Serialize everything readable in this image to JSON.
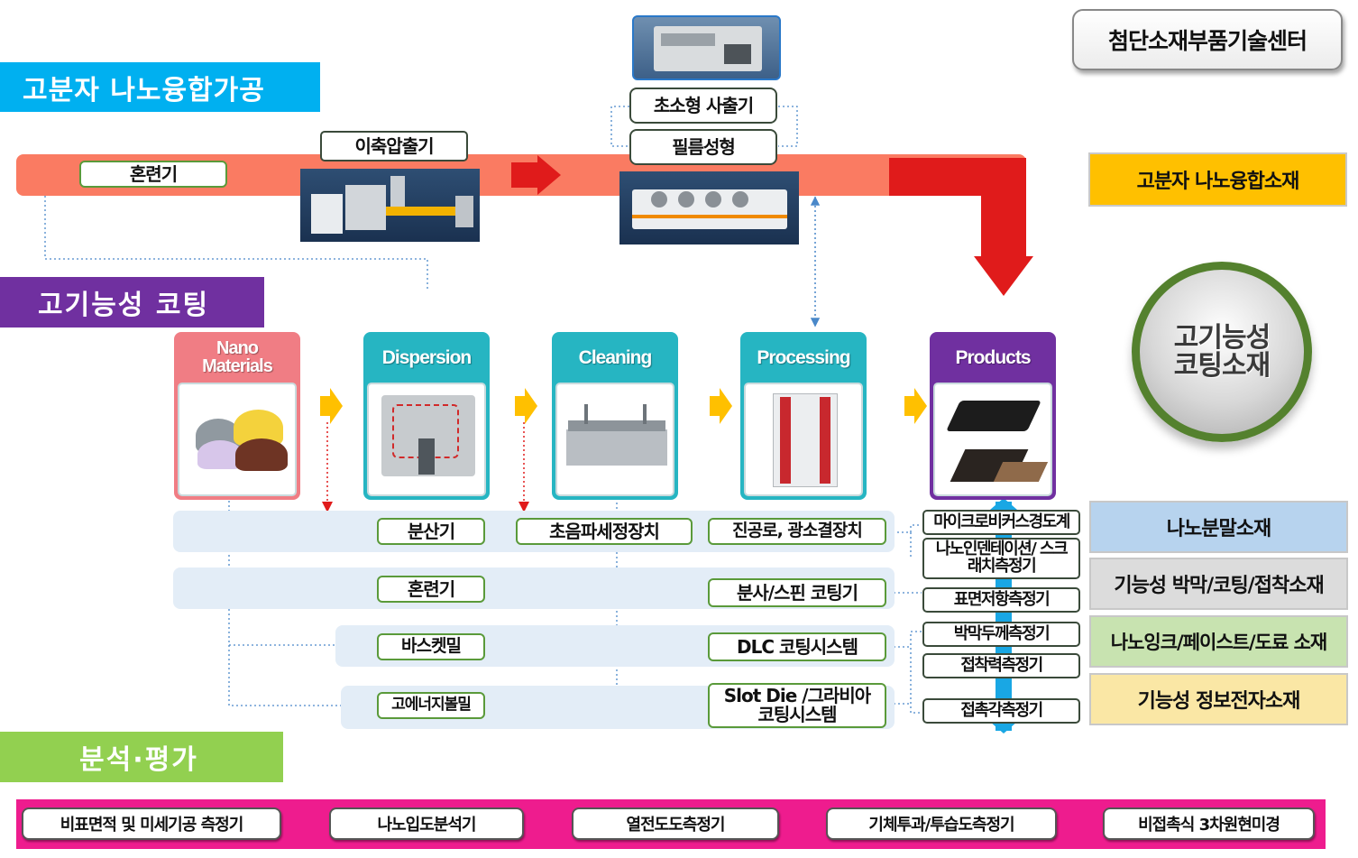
{
  "center_label": "첨단소재부품기술센터",
  "sections": {
    "polymer": "고분자 나노융합가공",
    "coating": "고기능성 코팅",
    "analysis": "분석·평가"
  },
  "polymer_flow": {
    "mixer": "혼련기",
    "twin_extruder": "이축압출기",
    "micro_injection": "초소형 사출기",
    "film_forming": "필름성형",
    "output": "고분자 나노융합소재"
  },
  "stages": [
    {
      "header": "Nano Materials"
    },
    {
      "header": "Dispersion"
    },
    {
      "header": "Cleaning"
    },
    {
      "header": "Processing"
    },
    {
      "header": "Products"
    }
  ],
  "circle_label": "고기능성 코팅소재",
  "equipment": {
    "disperser": "분산기",
    "ultrasonic_cleaner": "초음파세정장치",
    "vacuum_furnace": "진공로, 광소결장치",
    "mixer2": "혼련기",
    "spray_spin": "분사/스핀 코팅기",
    "basket_mill": "바스켓밀",
    "dlc": "DLC 코팅시스템",
    "high_energy_mill": "고에너지볼밀",
    "slot_die": "Slot Die /그라비아 코팅시스템"
  },
  "measurements": [
    "마이크로비커스경도계",
    "나노인덴테이션/ 스크래치측정기",
    "표면저항측정기",
    "박막두께측정기",
    "접착력측정기",
    "접촉각측정기"
  ],
  "materials": [
    {
      "label": "나노분말소재",
      "color": "#b7d3ee"
    },
    {
      "label": "기능성 박막/코팅/접착소재",
      "color": "#dcdcdc"
    },
    {
      "label": "나노잉크/페이스트/도료 소재",
      "color": "#c8e3b0"
    },
    {
      "label": "기능성 정보전자소재",
      "color": "#fae7a5"
    }
  ],
  "analysis_items": [
    "비표면적 및 미세기공 측정기",
    "나노입도분석기",
    "열전도도측정기",
    "기체투과/투습도측정기",
    "비접촉식 3차원현미경"
  ],
  "colors": {
    "cyan_band": "#00b0f0",
    "purple_band": "#7030a0",
    "green_band": "#92d050",
    "salmon_bar": "#fa7b62",
    "red_arrow": "#e01b1b",
    "magenta_bar": "#ee1c8e",
    "teal": "#26b5c2",
    "pink": "#f07d84",
    "gold": "#ffc000",
    "circle_ring": "#54812e"
  }
}
